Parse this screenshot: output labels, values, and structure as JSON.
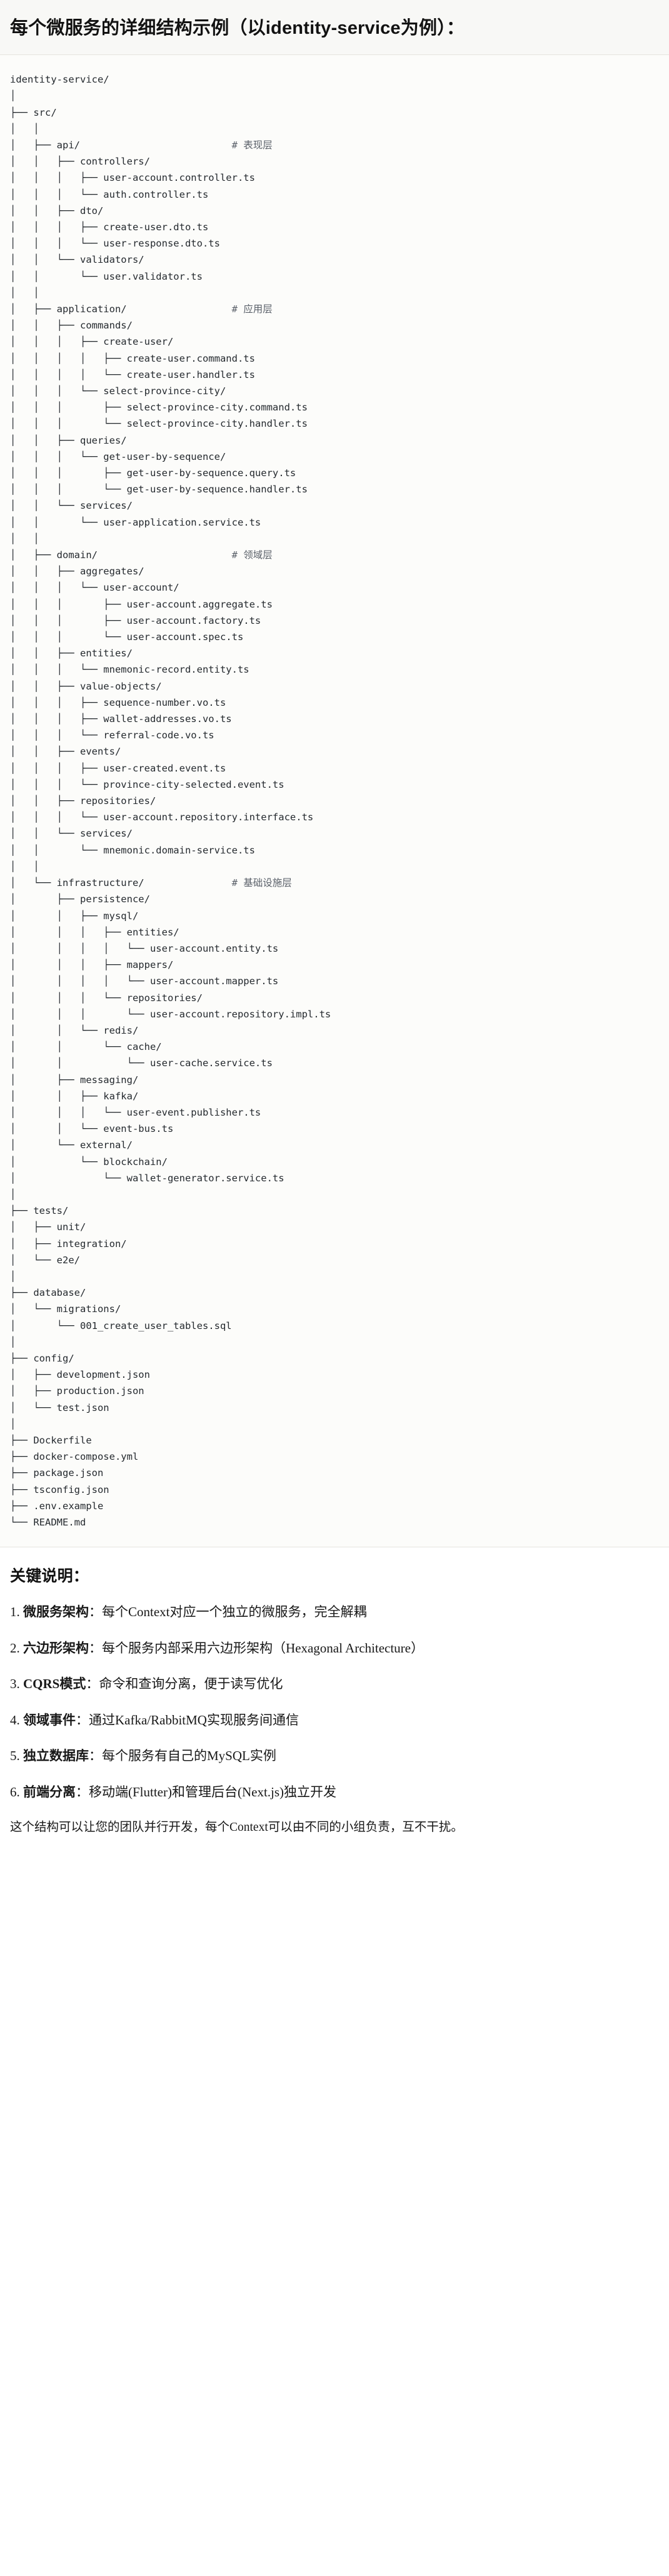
{
  "header": {
    "title": "每个微服务的详细结构示例（以identity-service为例）："
  },
  "tree": {
    "root_label": "identity-service/",
    "text": "identity-service/\n│\n├── src/\n│   │\n│   ├── api/                          # 表现层\n│   │   ├── controllers/\n│   │   │   ├── user-account.controller.ts\n│   │   │   └── auth.controller.ts\n│   │   ├── dto/\n│   │   │   ├── create-user.dto.ts\n│   │   │   └── user-response.dto.ts\n│   │   └── validators/\n│   │       └── user.validator.ts\n│   │\n│   ├── application/                  # 应用层\n│   │   ├── commands/\n│   │   │   ├── create-user/\n│   │   │   │   ├── create-user.command.ts\n│   │   │   │   └── create-user.handler.ts\n│   │   │   └── select-province-city/\n│   │   │       ├── select-province-city.command.ts\n│   │   │       └── select-province-city.handler.ts\n│   │   ├── queries/\n│   │   │   └── get-user-by-sequence/\n│   │   │       ├── get-user-by-sequence.query.ts\n│   │   │       └── get-user-by-sequence.handler.ts\n│   │   └── services/\n│   │       └── user-application.service.ts\n│   │\n│   ├── domain/                       # 领域层\n│   │   ├── aggregates/\n│   │   │   └── user-account/\n│   │   │       ├── user-account.aggregate.ts\n│   │   │       ├── user-account.factory.ts\n│   │   │       └── user-account.spec.ts\n│   │   ├── entities/\n│   │   │   └── mnemonic-record.entity.ts\n│   │   ├── value-objects/\n│   │   │   ├── sequence-number.vo.ts\n│   │   │   ├── wallet-addresses.vo.ts\n│   │   │   └── referral-code.vo.ts\n│   │   ├── events/\n│   │   │   ├── user-created.event.ts\n│   │   │   └── province-city-selected.event.ts\n│   │   ├── repositories/\n│   │   │   └── user-account.repository.interface.ts\n│   │   └── services/\n│   │       └── mnemonic.domain-service.ts\n│   │\n│   └── infrastructure/               # 基础设施层\n│       ├── persistence/\n│       │   ├── mysql/\n│       │   │   ├── entities/\n│       │   │   │   └── user-account.entity.ts\n│       │   │   ├── mappers/\n│       │   │   │   └── user-account.mapper.ts\n│       │   │   └── repositories/\n│       │   │       └── user-account.repository.impl.ts\n│       │   └── redis/\n│       │       └── cache/\n│       │           └── user-cache.service.ts\n│       ├── messaging/\n│       │   ├── kafka/\n│       │   │   └── user-event.publisher.ts\n│       │   └── event-bus.ts\n│       └── external/\n│           └── blockchain/\n│               └── wallet-generator.service.ts\n│\n├── tests/\n│   ├── unit/\n│   ├── integration/\n│   └── e2e/\n│\n├── database/\n│   └── migrations/\n│       └── 001_create_user_tables.sql\n│\n├── config/\n│   ├── development.json\n│   ├── production.json\n│   └── test.json\n│\n├── Dockerfile\n├── docker-compose.yml\n├── package.json\n├── tsconfig.json\n├── .env.example\n└── README.md",
    "comments": [
      {
        "layer": "api",
        "label": "# 表现层"
      },
      {
        "layer": "application",
        "label": "# 应用层"
      },
      {
        "layer": "domain",
        "label": "# 领域层"
      },
      {
        "layer": "infrastructure",
        "label": "# 基础设施层"
      }
    ]
  },
  "notes": {
    "heading": "关键说明：",
    "items": [
      {
        "term": "微服务架构",
        "desc": "：每个Context对应一个独立的微服务，完全解耦"
      },
      {
        "term": "六边形架构",
        "desc": "：每个服务内部采用六边形架构（Hexagonal Architecture）"
      },
      {
        "term": "CQRS模式",
        "desc": "：命令和查询分离，便于读写优化"
      },
      {
        "term": "领域事件",
        "desc": "：通过Kafka/RabbitMQ实现服务间通信"
      },
      {
        "term": "独立数据库",
        "desc": "：每个服务有自己的MySQL实例"
      },
      {
        "term": "前端分离",
        "desc": "：移动端(Flutter)和管理后台(Next.js)独立开发"
      }
    ],
    "closing": "这个结构可以让您的团队并行开发，每个Context可以由不同的小组负责，互不干扰。"
  },
  "colors": {
    "header_bg": "#f8f8f6",
    "code_bg": "#fcfcfa",
    "text": "#1a1a1a",
    "code_text": "#24292e",
    "comment_text": "#5a6069",
    "divider": "#e6e4df"
  }
}
